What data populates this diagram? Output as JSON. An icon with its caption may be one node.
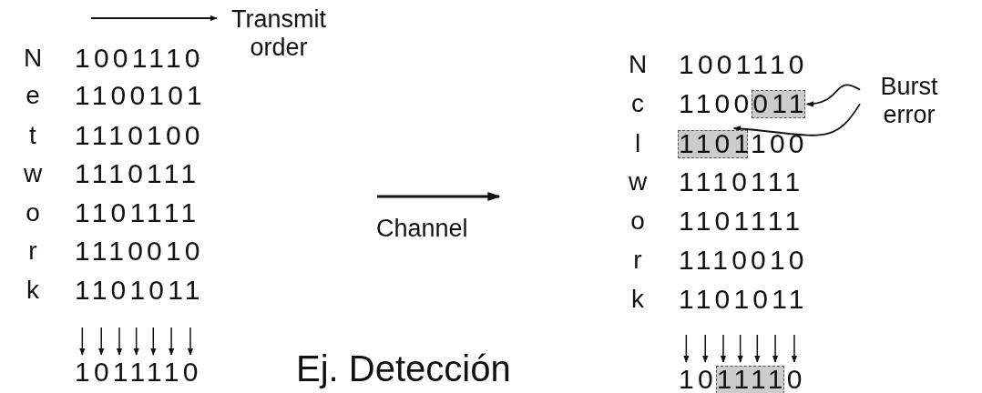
{
  "diagram": {
    "caption": "Ej. Detección",
    "nodes": [
      {
        "text": [
          "Burst error"
        ]
      },
      {
        "text": [],
        "shape": "box"
      },
      {
        "text": [],
        "shape": "box"
      },
      {
        "text": [],
        "shape": "box"
      }
    ],
    "edges": [
      {
        "from": 0,
        "to": 1,
        "arrow": "to"
      },
      {
        "from": 0,
        "to": 2,
        "arrow": "to"
      }
    ],
    "labels": [
      "Transmit order",
      "N",
      "1001110",
      "e",
      "1100101",
      "t",
      "1110100",
      "w",
      "1110111",
      "o",
      "1101111",
      "r",
      "1110010",
      "k",
      "1101011",
      "1011110",
      "Channel",
      "N",
      "1001110",
      "c",
      "1100011",
      "l",
      "1101100",
      "w",
      "1110111",
      "o",
      "1101111",
      "r",
      "1110010",
      "k",
      "1101011",
      "1011110"
    ]
  }
}
